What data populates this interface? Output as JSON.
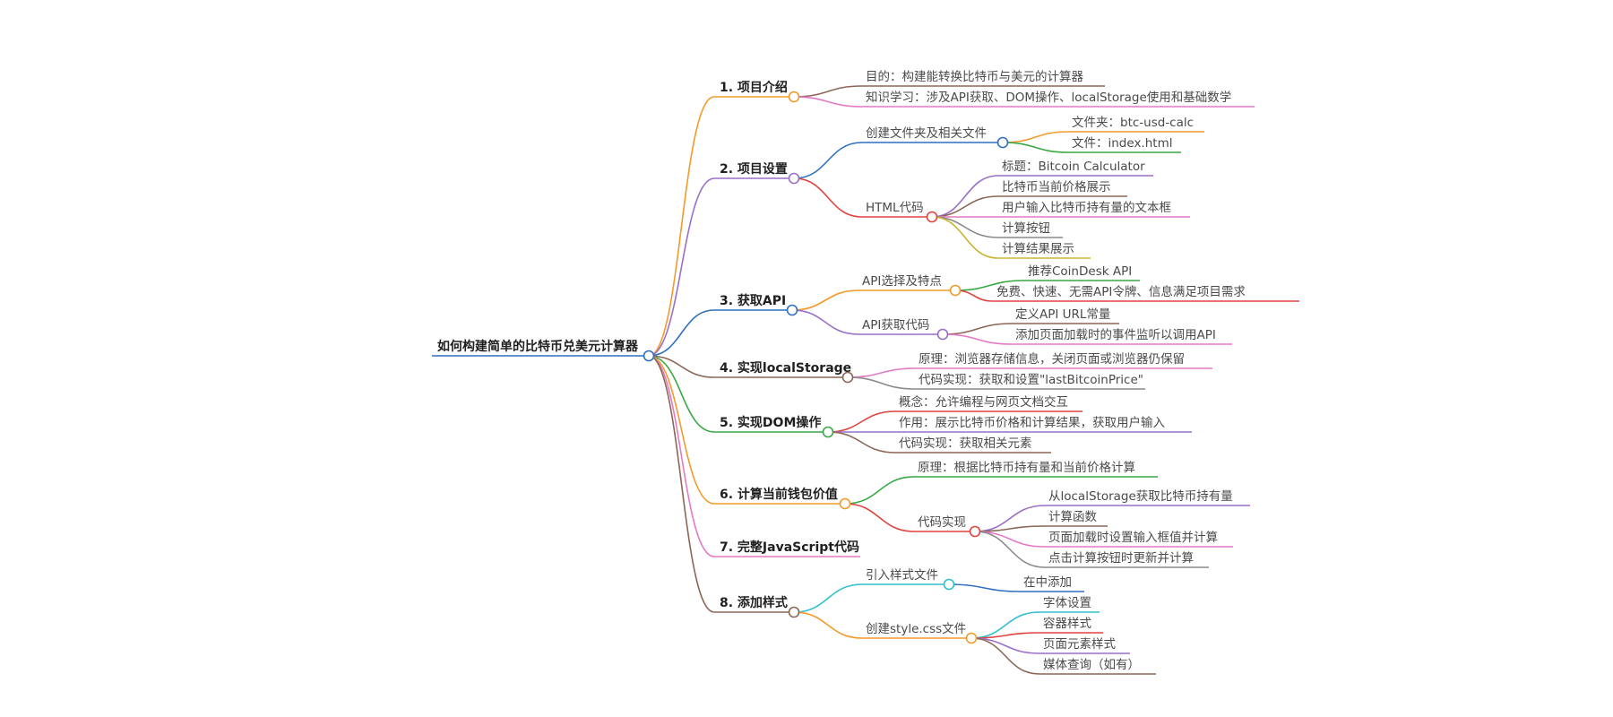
{
  "colors": {
    "root": "#2f6fbf",
    "orange": "#f39a2b",
    "purple": "#9a6fc9",
    "blue": "#2f6fbf",
    "brown": "#8c6656",
    "green": "#39a844",
    "pink": "#e47ac7",
    "red": "#e0443f",
    "olive": "#c8b531",
    "cyan": "#2fbfcf",
    "gray": "#8a8a8a"
  },
  "root": {
    "label": "如何构建简单的比特币兑美元计算器"
  },
  "sections": [
    {
      "label": "1. 项目介绍",
      "children": [
        {
          "label": "目的：构建能转换比特币与美元的计算器"
        },
        {
          "label": "知识学习：涉及API获取、DOM操作、localStorage使用和基础数学"
        }
      ]
    },
    {
      "label": "2. 项目设置",
      "children": [
        {
          "label": "创建文件夹及相关文件",
          "children": [
            {
              "label": "文件夹：btc-usd-calc"
            },
            {
              "label": "文件：index.html"
            }
          ]
        },
        {
          "label": "HTML代码",
          "children": [
            {
              "label": "标题：Bitcoin Calculator"
            },
            {
              "label": "比特币当前价格展示"
            },
            {
              "label": "用户输入比特币持有量的文本框"
            },
            {
              "label": "计算按钮"
            },
            {
              "label": "计算结果展示"
            }
          ]
        }
      ]
    },
    {
      "label": "3. 获取API",
      "children": [
        {
          "label": "API选择及特点",
          "children": [
            {
              "label": "推荐CoinDesk API"
            },
            {
              "label": "免费、快速、无需API令牌、信息满足项目需求"
            }
          ]
        },
        {
          "label": "API获取代码",
          "children": [
            {
              "label": "定义API URL常量"
            },
            {
              "label": "添加页面加载时的事件监听以调用API"
            }
          ]
        }
      ]
    },
    {
      "label": "4. 实现localStorage",
      "children": [
        {
          "label": "原理：浏览器存储信息，关闭页面或浏览器仍保留"
        },
        {
          "label": "代码实现：获取和设置\"lastBitcoinPrice\""
        }
      ]
    },
    {
      "label": "5. 实现DOM操作",
      "children": [
        {
          "label": "概念：允许编程与网页文档交互"
        },
        {
          "label": "作用：展示比特币价格和计算结果，获取用户输入"
        },
        {
          "label": "代码实现：获取相关元素"
        }
      ]
    },
    {
      "label": "6. 计算当前钱包价值",
      "children": [
        {
          "label": "原理：根据比特币持有量和当前价格计算"
        },
        {
          "label": "代码实现",
          "children": [
            {
              "label": "从localStorage获取比特币持有量"
            },
            {
              "label": "计算函数"
            },
            {
              "label": "页面加载时设置输入框值并计算"
            },
            {
              "label": "点击计算按钮时更新并计算"
            }
          ]
        }
      ]
    },
    {
      "label": "7. 完整JavaScript代码",
      "children": []
    },
    {
      "label": "8. 添加样式",
      "children": [
        {
          "label": "引入样式文件",
          "children": [
            {
              "label": "在中添加"
            }
          ]
        },
        {
          "label": "创建style.css文件",
          "children": [
            {
              "label": "字体设置"
            },
            {
              "label": "容器样式"
            },
            {
              "label": "页面元素样式"
            },
            {
              "label": "媒体查询（如有）"
            }
          ]
        }
      ]
    }
  ]
}
